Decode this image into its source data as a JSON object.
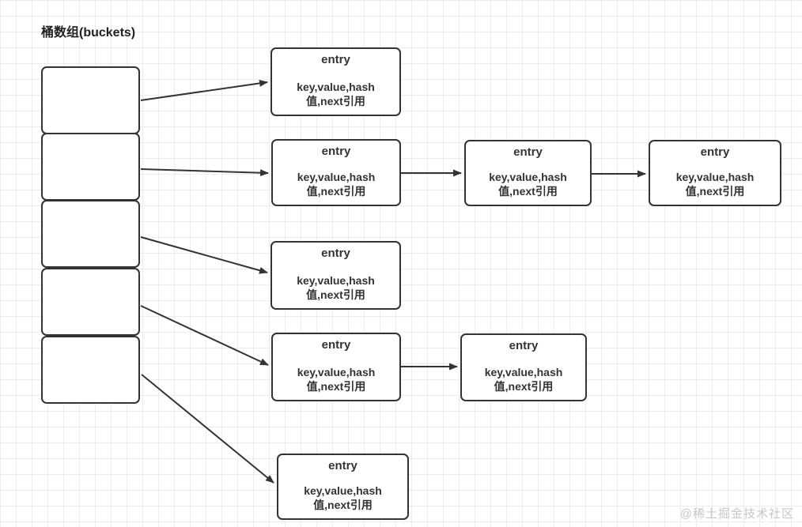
{
  "page": {
    "title": "桶数组(buckets)",
    "watermark": "@稀土掘金技术社区"
  },
  "entry_box": {
    "title": "entry",
    "line1": "key,value,hash",
    "line2": "值,next引用"
  },
  "buckets": {
    "count": 5
  },
  "chains": [
    {
      "bucket_index": 1,
      "entry_count": 1
    },
    {
      "bucket_index": 2,
      "entry_count": 3
    },
    {
      "bucket_index": 3,
      "entry_count": 1
    },
    {
      "bucket_index": 4,
      "entry_count": 2
    },
    {
      "bucket_index": 5,
      "entry_count": 1
    }
  ],
  "colors": {
    "background": "#ffffff",
    "grid_line": "#ececec",
    "box_border": "#333333",
    "text": "#333333",
    "title_text": "#222222",
    "watermark": "#c8c8c8"
  }
}
